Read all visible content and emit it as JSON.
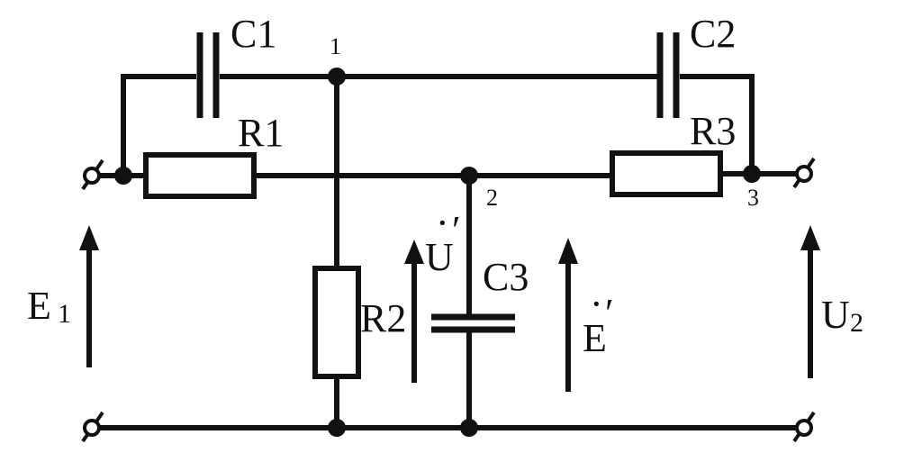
{
  "components": {
    "c1": "C1",
    "c2": "C2",
    "c3": "C3",
    "r1": "R1",
    "r2": "R2",
    "r3": "R3"
  },
  "nodes": {
    "n1": "1",
    "n2": "2",
    "n3": "3"
  },
  "quantities": {
    "e1_main": "E",
    "e1_sub": "1",
    "u2_main": "U",
    "u2_sub": "2",
    "u_prime": "U",
    "e_prime": "E",
    "prime_mark": "′",
    "dot_mark": "·"
  }
}
